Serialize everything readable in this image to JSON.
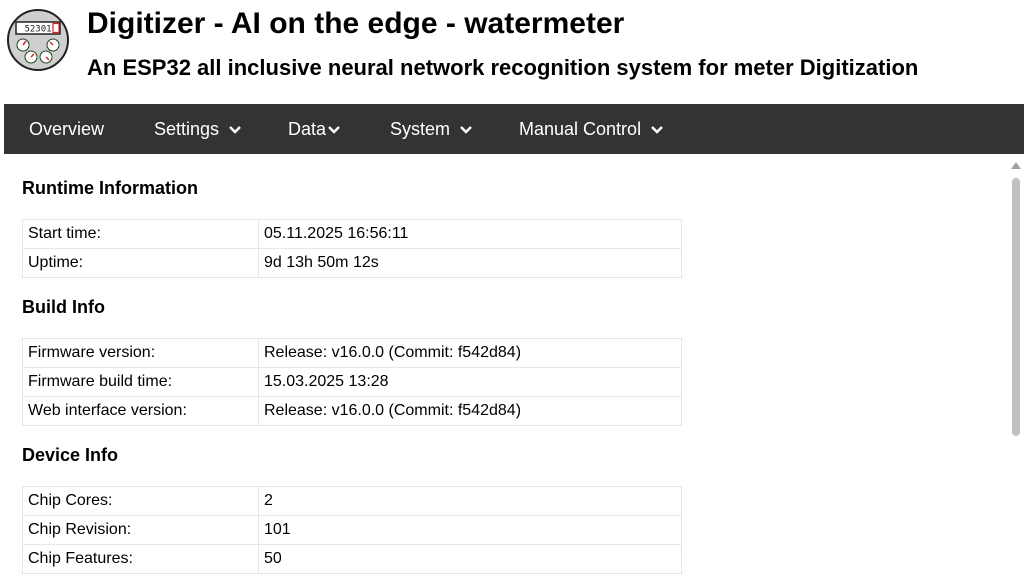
{
  "header": {
    "title": "Digitizer - AI on the edge - watermeter",
    "subtitle": "An ESP32 all inclusive neural network recognition system for meter Digitization",
    "logo_digits": "52301"
  },
  "nav": {
    "items": [
      {
        "label": "Overview",
        "dropdown": false
      },
      {
        "label": "Settings",
        "dropdown": true
      },
      {
        "label": "Data",
        "dropdown": true
      },
      {
        "label": "System",
        "dropdown": true
      },
      {
        "label": "Manual Control",
        "dropdown": true
      }
    ]
  },
  "sections": {
    "runtime": {
      "title": "Runtime Information",
      "rows": [
        {
          "label": "Start time:",
          "value": "05.11.2025 16:56:11"
        },
        {
          "label": "Uptime:",
          "value": "9d 13h 50m 12s"
        }
      ]
    },
    "build": {
      "title": "Build Info",
      "rows": [
        {
          "label": "Firmware version:",
          "value": "Release: v16.0.0 (Commit: f542d84)"
        },
        {
          "label": "Firmware build time:",
          "value": "15.03.2025 13:28"
        },
        {
          "label": "Web interface version:",
          "value": "Release: v16.0.0 (Commit: f542d84)"
        }
      ]
    },
    "device": {
      "title": "Device Info",
      "rows": [
        {
          "label": "Chip Cores:",
          "value": "2"
        },
        {
          "label": "Chip Revision:",
          "value": "101"
        },
        {
          "label": "Chip Features:",
          "value": "50"
        }
      ]
    }
  },
  "colors": {
    "nav_background": "#333333",
    "nav_text": "#ffffff",
    "table_border": "#e6e6e6"
  }
}
